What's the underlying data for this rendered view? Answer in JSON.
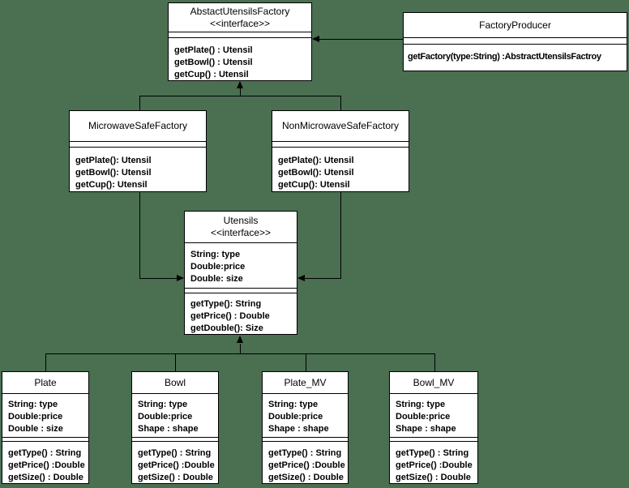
{
  "colors": {
    "background": "#4a6f51",
    "box_fill": "#ffffff",
    "line": "#000000"
  },
  "diagram_type": "uml-class-diagram",
  "classes": {
    "abstractFactory": {
      "name": "AbstactUtensilsFactory",
      "stereotype": "<<interface>>",
      "methods": [
        "getPlate() : Utensil",
        "getBowl() : Utensil",
        "getCup() : Utensil"
      ]
    },
    "factoryProducer": {
      "name": "FactoryProducer",
      "methods": [
        "getFactory(type:String) :AbstractUtensilsFactroy"
      ]
    },
    "microwaveFactory": {
      "name": "MicrowaveSafeFactory",
      "methods": [
        "getPlate(): Utensil",
        "getBowl(): Utensil",
        "getCup(): Utensil"
      ]
    },
    "nonMicrowaveFactory": {
      "name": "NonMicrowaveSafeFactory",
      "methods": [
        "getPlate(): Utensil",
        "getBowl(): Utensil",
        "getCup(): Utensil"
      ]
    },
    "utensils": {
      "name": "Utensils",
      "stereotype": "<<interface>>",
      "fields": [
        "String: type",
        "Double:price",
        "Double: size"
      ],
      "methods": [
        "getType(): String",
        "getPrice() : Double",
        "getDouble(): Size"
      ]
    },
    "plate": {
      "name": "Plate",
      "fields": [
        "String: type",
        "Double:price",
        "Double : size"
      ],
      "methods": [
        "getType() : String",
        "getPrice() :Double",
        "getSize() : Double"
      ]
    },
    "bowl": {
      "name": "Bowl",
      "fields": [
        "String: type",
        "Double:price",
        "Shape : shape"
      ],
      "methods": [
        "getType() : String",
        "getPrice() :Double",
        "getSize() : Double"
      ]
    },
    "plateMv": {
      "name": "Plate_MV",
      "fields": [
        "String: type",
        "Double:price",
        "Shape : shape"
      ],
      "methods": [
        "getType() : String",
        "getPrice() :Double",
        "getSize() : Double"
      ]
    },
    "bowlMv": {
      "name": "Bowl_MV",
      "fields": [
        "String: type",
        "Double:price",
        "Shape : shape"
      ],
      "methods": [
        "getType() : String",
        "getPrice() :Double",
        "getSize() : Double"
      ]
    }
  },
  "relationships": [
    {
      "from": "FactoryProducer",
      "to": "AbstactUtensilsFactory",
      "type": "directed-association"
    },
    {
      "from": "MicrowaveSafeFactory",
      "to": "AbstactUtensilsFactory",
      "type": "generalization"
    },
    {
      "from": "NonMicrowaveSafeFactory",
      "to": "AbstactUtensilsFactory",
      "type": "generalization"
    },
    {
      "from": "MicrowaveSafeFactory",
      "to": "Utensils",
      "type": "directed-association"
    },
    {
      "from": "NonMicrowaveSafeFactory",
      "to": "Utensils",
      "type": "directed-association"
    },
    {
      "from": "Plate",
      "to": "Utensils",
      "type": "generalization"
    },
    {
      "from": "Bowl",
      "to": "Utensils",
      "type": "generalization"
    },
    {
      "from": "Plate_MV",
      "to": "Utensils",
      "type": "generalization"
    },
    {
      "from": "Bowl_MV",
      "to": "Utensils",
      "type": "generalization"
    }
  ]
}
